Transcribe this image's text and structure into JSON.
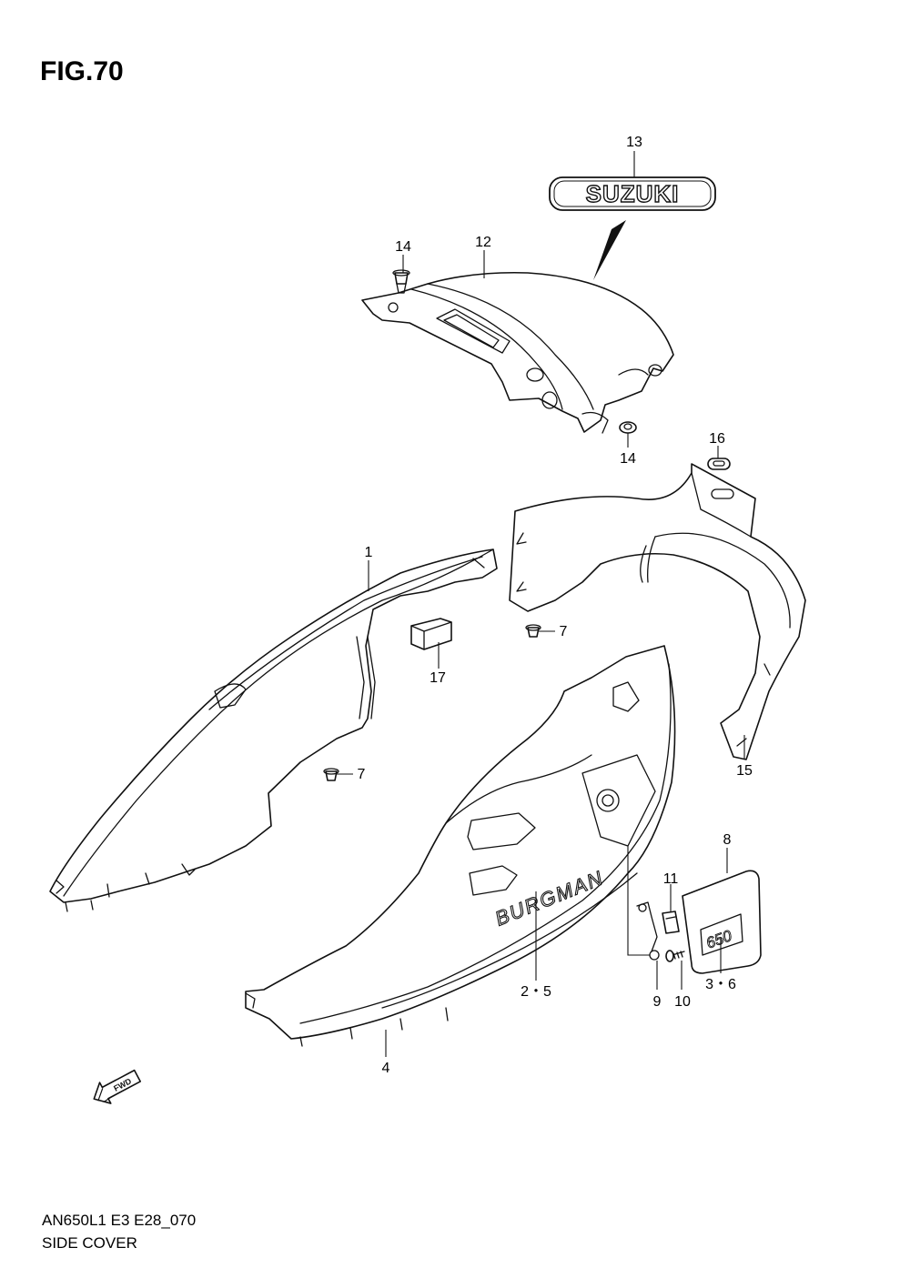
{
  "figure": {
    "title": "FIG.70",
    "model_code": "AN650L1 E3 E28_070",
    "section_name": "SIDE COVER"
  },
  "emblems": {
    "brand": "SUZUKI",
    "model_script": "BURGMAN",
    "displacement_badge": "650",
    "direction_arrow": "FWD"
  },
  "callouts": [
    {
      "id": "13",
      "label": "13"
    },
    {
      "id": "14-top",
      "label": "14"
    },
    {
      "id": "12",
      "label": "12"
    },
    {
      "id": "14-bottom",
      "label": "14"
    },
    {
      "id": "16",
      "label": "16"
    },
    {
      "id": "1",
      "label": "1"
    },
    {
      "id": "7-right",
      "label": "7"
    },
    {
      "id": "17",
      "label": "17"
    },
    {
      "id": "15",
      "label": "15"
    },
    {
      "id": "7-left",
      "label": "7"
    },
    {
      "id": "8",
      "label": "8"
    },
    {
      "id": "11",
      "label": "11"
    },
    {
      "id": "2-5",
      "label": "2・5"
    },
    {
      "id": "9",
      "label": "9"
    },
    {
      "id": "10",
      "label": "10"
    },
    {
      "id": "3-6",
      "label": "3・6"
    },
    {
      "id": "4",
      "label": "4"
    }
  ]
}
